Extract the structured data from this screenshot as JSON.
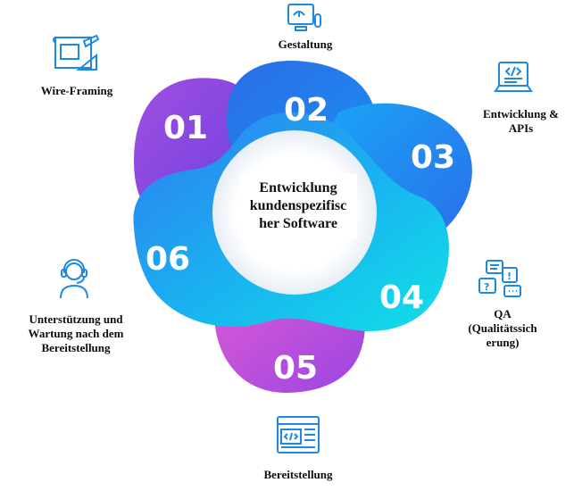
{
  "center_title": "Entwicklung\nkundenspezifisc\nher Software",
  "stages": [
    {
      "number": "01",
      "label": "Wire-Framing",
      "icon": "blueprint-ruler-icon"
    },
    {
      "number": "02",
      "label": "Gestaltung",
      "icon": "monitor-design-icon"
    },
    {
      "number": "03",
      "label": "Entwicklung &\nAPIs",
      "icon": "laptop-code-icon"
    },
    {
      "number": "04",
      "label": "QA\n(Qualitätssich\nerung)",
      "icon": "chat-question-icon"
    },
    {
      "number": "05",
      "label": "Bereitstellung",
      "icon": "browser-code-icon"
    },
    {
      "number": "06",
      "label": "Unterstützung und\nWartung nach dem\nBereitstellung",
      "icon": "headset-support-icon"
    }
  ],
  "colors": {
    "icon": "#1e88e5",
    "purple": "#8e3fd6",
    "blue": "#2a8ef0",
    "cyan": "#1cc9ec",
    "magenta": "#c84fd2"
  }
}
